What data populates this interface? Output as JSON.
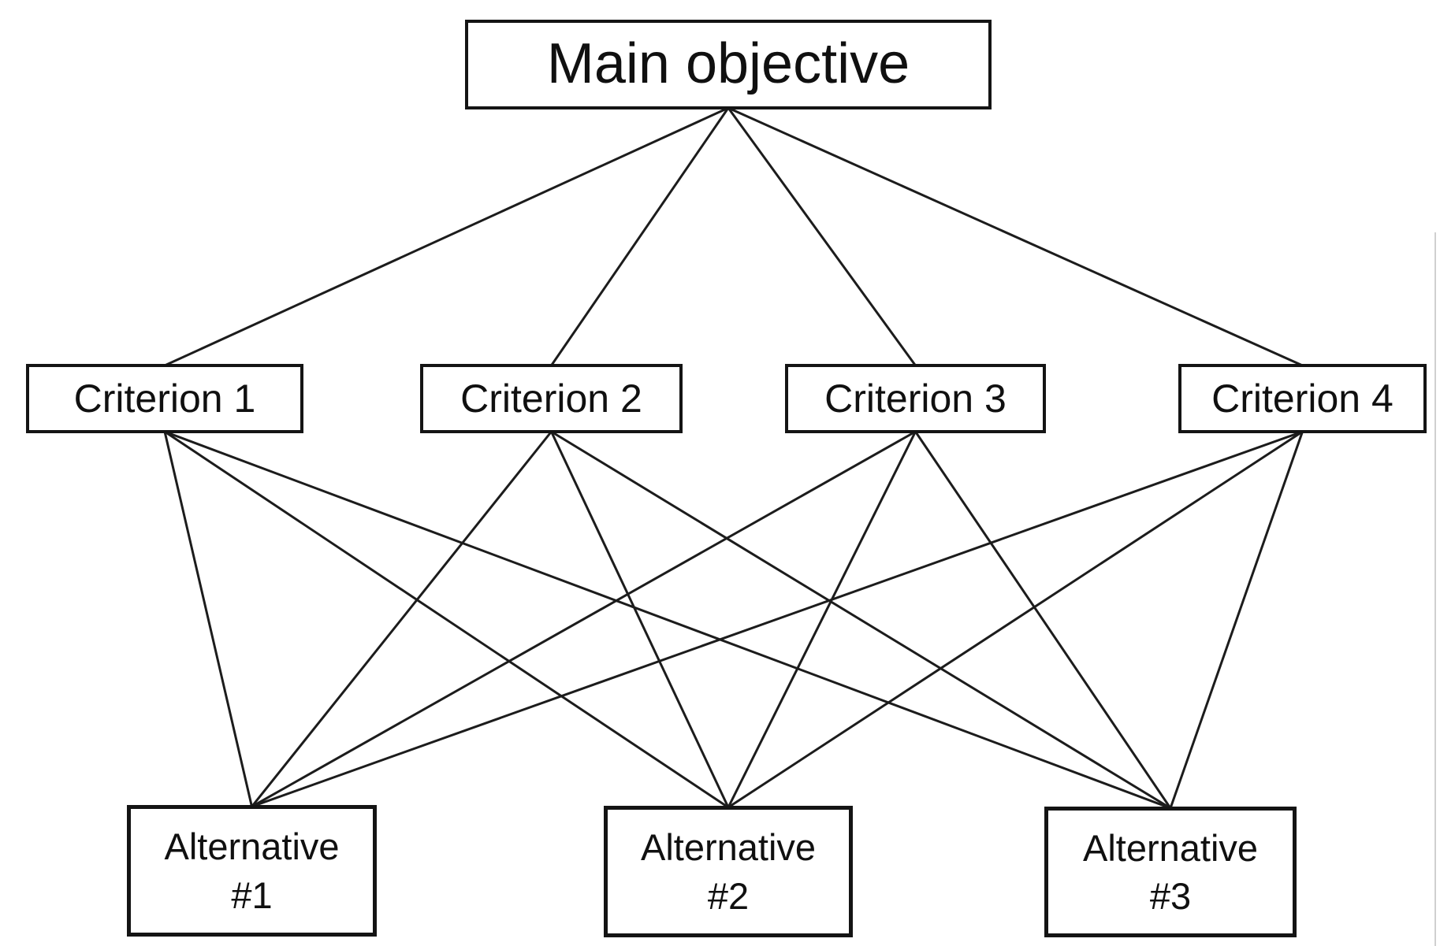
{
  "diagram": {
    "objective": {
      "id": "objective",
      "label": "Main objective"
    },
    "criteria": [
      {
        "id": "c1",
        "label": "Criterion 1"
      },
      {
        "id": "c2",
        "label": "Criterion 2"
      },
      {
        "id": "c3",
        "label": "Criterion 3"
      },
      {
        "id": "c4",
        "label": "Criterion 4"
      }
    ],
    "alternatives": [
      {
        "id": "a1",
        "line1": "Alternative",
        "line2": "#1"
      },
      {
        "id": "a2",
        "line1": "Alternative",
        "line2": "#2"
      },
      {
        "id": "a3",
        "line1": "Alternative",
        "line2": "#3"
      }
    ],
    "edges": [
      {
        "from": "objective",
        "to": "c1"
      },
      {
        "from": "objective",
        "to": "c2"
      },
      {
        "from": "objective",
        "to": "c3"
      },
      {
        "from": "objective",
        "to": "c4"
      },
      {
        "from": "c1",
        "to": "a1"
      },
      {
        "from": "c1",
        "to": "a2"
      },
      {
        "from": "c1",
        "to": "a3"
      },
      {
        "from": "c2",
        "to": "a1"
      },
      {
        "from": "c2",
        "to": "a2"
      },
      {
        "from": "c2",
        "to": "a3"
      },
      {
        "from": "c3",
        "to": "a1"
      },
      {
        "from": "c3",
        "to": "a2"
      },
      {
        "from": "c3",
        "to": "a3"
      },
      {
        "from": "c4",
        "to": "a1"
      },
      {
        "from": "c4",
        "to": "a2"
      },
      {
        "from": "c4",
        "to": "a3"
      }
    ]
  },
  "colors": {
    "line": "#1c1c1c",
    "border": "#141414",
    "text": "#101010",
    "background": "#ffffff"
  }
}
